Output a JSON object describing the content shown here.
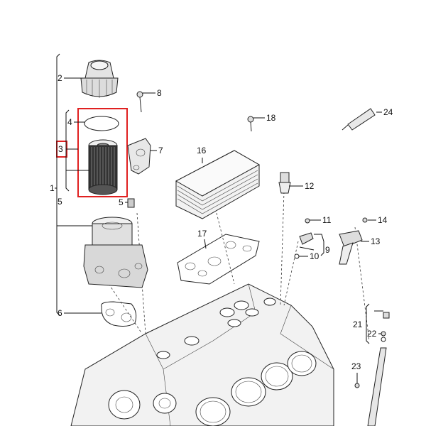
{
  "diagram": {
    "highlight_color": "#e02020",
    "callouts": {
      "c1": "1",
      "c2": "2",
      "c3": "3",
      "c4": "4",
      "c5": "5",
      "c5b": "5",
      "c6": "6",
      "c7": "7",
      "c8": "8",
      "c9": "9",
      "c10": "10",
      "c11": "11",
      "c12": "12",
      "c13": "13",
      "c14": "14",
      "c16": "16",
      "c17": "17",
      "c18": "18",
      "c21": "21",
      "c22": "22",
      "c23": "23",
      "c24": "24"
    }
  }
}
